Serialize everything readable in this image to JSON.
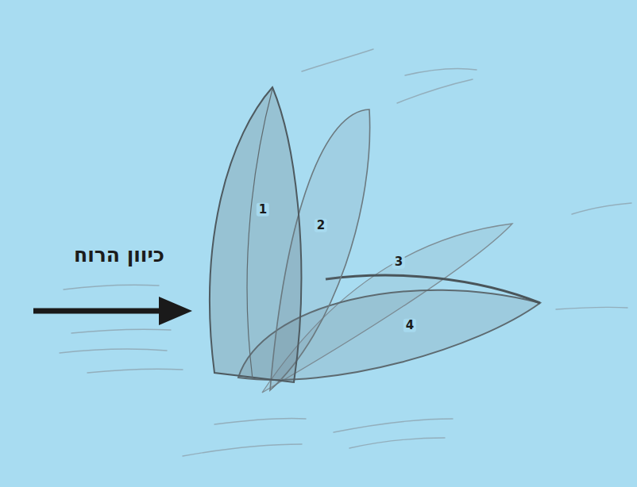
{
  "diagram": {
    "labels": [
      "כיוון הרוח",
      "1",
      "2",
      "3",
      "4"
    ]
  }
}
